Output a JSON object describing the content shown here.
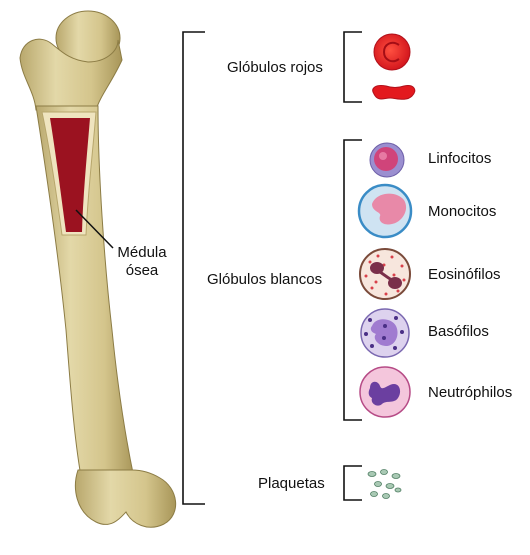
{
  "bone": {
    "marrow_label_line1": "Médula",
    "marrow_label_line2": "ósea"
  },
  "groups": {
    "red": {
      "label": "Glóbulos rojos"
    },
    "white": {
      "label": "Glóbulos blancos"
    },
    "platelets": {
      "label": "Plaquetas"
    }
  },
  "white_cells": [
    {
      "name": "Linfocitos"
    },
    {
      "name": "Monocitos"
    },
    {
      "name": "Eosinófilos"
    },
    {
      "name": "Basófilos"
    },
    {
      "name": "Neutróphilos"
    }
  ],
  "colors": {
    "bone": "#d8cb95",
    "marrow": "#9b1220",
    "red_cell": "#e3191e",
    "bracket": "#111111"
  }
}
